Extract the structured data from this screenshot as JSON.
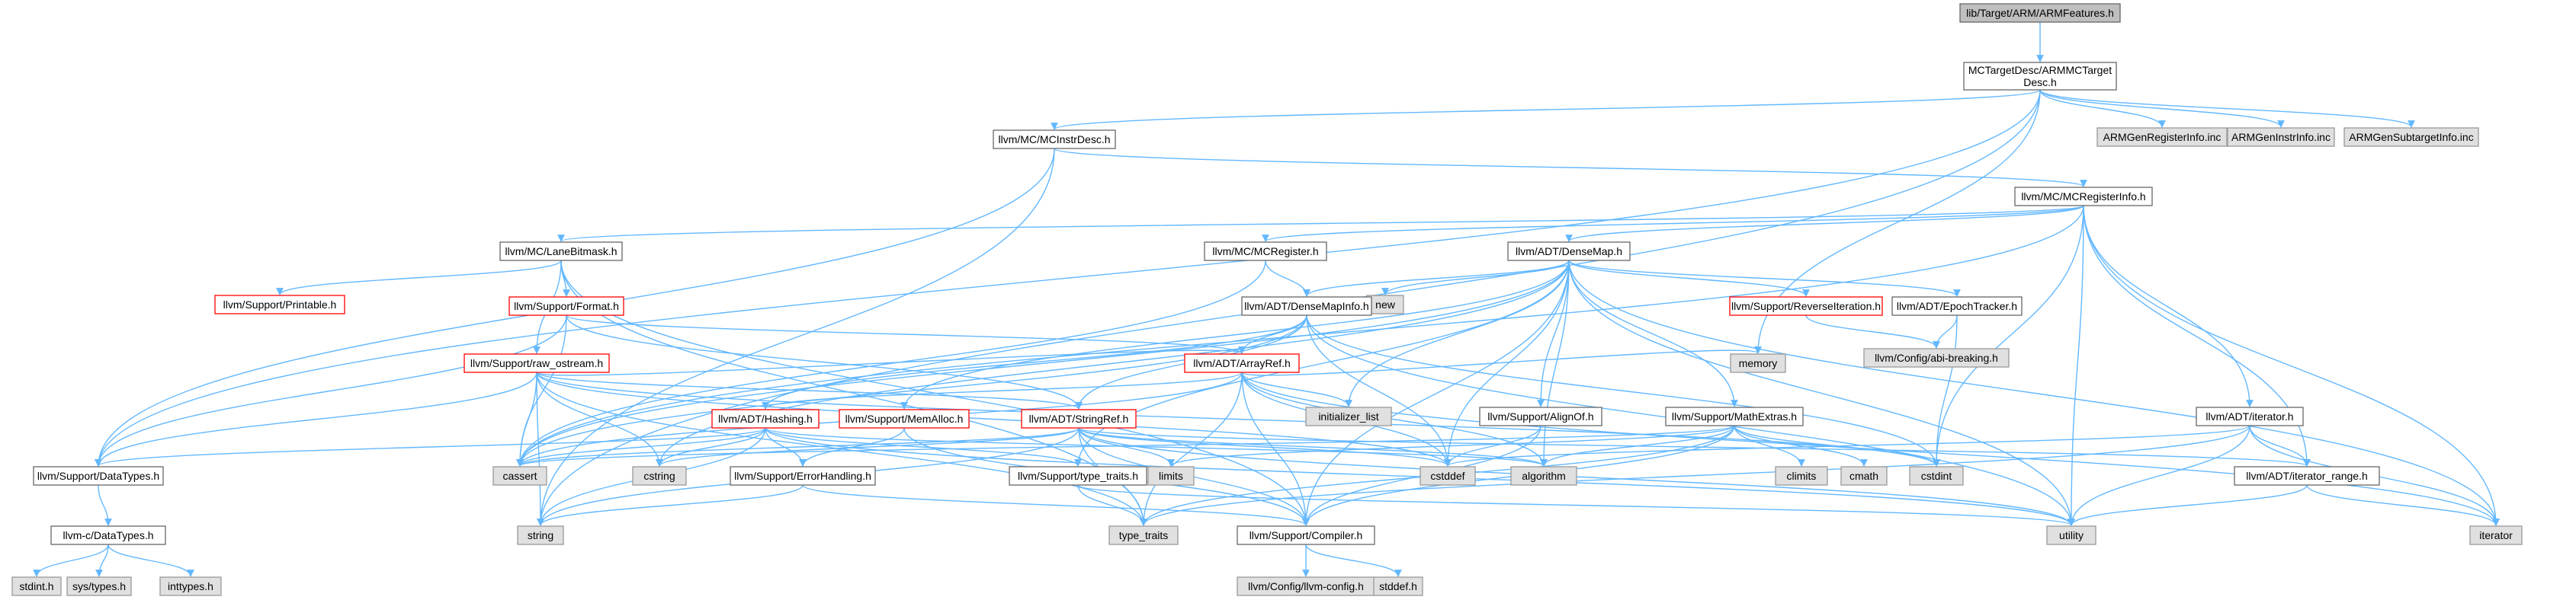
{
  "colors": {
    "edge": "#63b8ff",
    "node_fill": "#ffffff",
    "node_border": "#666666",
    "ext_fill": "#e0e0e0",
    "ext_border": "#999999",
    "root_fill": "#bfbfbf",
    "root_border": "#666666",
    "trunc_border": "#ff0000"
  },
  "nodes": [
    {
      "id": "root",
      "lines": [
        "lib/Target/ARM/ARMFeatures.h"
      ],
      "style": "root"
    },
    {
      "id": "mctd",
      "lines": [
        "MCTargetDesc/ARMMCTarget",
        "Desc.h"
      ],
      "style": "normal"
    },
    {
      "id": "reginc",
      "lines": [
        "ARMGenRegisterInfo.inc"
      ],
      "style": "ext"
    },
    {
      "id": "instinc",
      "lines": [
        "ARMGenInstrInfo.inc"
      ],
      "style": "ext"
    },
    {
      "id": "subinc",
      "lines": [
        "ARMGenSubtargetInfo.inc"
      ],
      "style": "ext"
    },
    {
      "id": "mcinstrdesc",
      "lines": [
        "llvm/MC/MCInstrDesc.h"
      ],
      "style": "normal"
    },
    {
      "id": "mcreginfo",
      "lines": [
        "llvm/MC/MCRegisterInfo.h"
      ],
      "style": "normal"
    },
    {
      "id": "lanebitmask",
      "lines": [
        "llvm/MC/LaneBitmask.h"
      ],
      "style": "normal"
    },
    {
      "id": "mcregister",
      "lines": [
        "llvm/MC/MCRegister.h"
      ],
      "style": "normal"
    },
    {
      "id": "densemap",
      "lines": [
        "llvm/ADT/DenseMap.h"
      ],
      "style": "normal"
    },
    {
      "id": "printable",
      "lines": [
        "llvm/Support/Printable.h"
      ],
      "style": "trunc"
    },
    {
      "id": "format",
      "lines": [
        "llvm/Support/Format.h"
      ],
      "style": "trunc"
    },
    {
      "id": "new",
      "lines": [
        "new"
      ],
      "style": "ext"
    },
    {
      "id": "densemapinfo",
      "lines": [
        "llvm/ADT/DenseMapInfo.h"
      ],
      "style": "normal"
    },
    {
      "id": "reviter",
      "lines": [
        "llvm/Support/ReverseIteration.h"
      ],
      "style": "trunc"
    },
    {
      "id": "epoch",
      "lines": [
        "llvm/ADT/EpochTracker.h"
      ],
      "style": "normal"
    },
    {
      "id": "abibreak",
      "lines": [
        "llvm/Config/abi-breaking.h"
      ],
      "style": "ext"
    },
    {
      "id": "rawostream",
      "lines": [
        "llvm/Support/raw_ostream.h"
      ],
      "style": "trunc"
    },
    {
      "id": "arrayref",
      "lines": [
        "llvm/ADT/ArrayRef.h"
      ],
      "style": "trunc"
    },
    {
      "id": "memory",
      "lines": [
        "memory"
      ],
      "style": "ext"
    },
    {
      "id": "initlist",
      "lines": [
        "initializer_list"
      ],
      "style": "ext"
    },
    {
      "id": "alignof",
      "lines": [
        "llvm/Support/AlignOf.h"
      ],
      "style": "normal"
    },
    {
      "id": "mathextras",
      "lines": [
        "llvm/Support/MathExtras.h"
      ],
      "style": "normal"
    },
    {
      "id": "iteratorh",
      "lines": [
        "llvm/ADT/iterator.h"
      ],
      "style": "normal"
    },
    {
      "id": "hashing",
      "lines": [
        "llvm/ADT/Hashing.h"
      ],
      "style": "trunc"
    },
    {
      "id": "memalloc",
      "lines": [
        "llvm/Support/MemAlloc.h"
      ],
      "style": "trunc"
    },
    {
      "id": "stringref",
      "lines": [
        "llvm/ADT/StringRef.h"
      ],
      "style": "trunc"
    },
    {
      "id": "datatypes",
      "lines": [
        "llvm/Support/DataTypes.h"
      ],
      "style": "normal"
    },
    {
      "id": "cassert",
      "lines": [
        "cassert"
      ],
      "style": "ext"
    },
    {
      "id": "cstring",
      "lines": [
        "cstring"
      ],
      "style": "ext"
    },
    {
      "id": "limits",
      "lines": [
        "limits"
      ],
      "style": "ext"
    },
    {
      "id": "cstddef",
      "lines": [
        "cstddef"
      ],
      "style": "ext"
    },
    {
      "id": "algorithm",
      "lines": [
        "algorithm"
      ],
      "style": "ext"
    },
    {
      "id": "climits",
      "lines": [
        "climits"
      ],
      "style": "ext"
    },
    {
      "id": "cmath",
      "lines": [
        "cmath"
      ],
      "style": "ext"
    },
    {
      "id": "cstdint",
      "lines": [
        "cstdint"
      ],
      "style": "ext"
    },
    {
      "id": "iterrange",
      "lines": [
        "llvm/ADT/iterator_range.h"
      ],
      "style": "normal"
    },
    {
      "id": "errhandling",
      "lines": [
        "llvm/Support/ErrorHandling.h"
      ],
      "style": "normal"
    },
    {
      "id": "typetraitsh",
      "lines": [
        "llvm/Support/type_traits.h"
      ],
      "style": "normal"
    },
    {
      "id": "cdatatypes",
      "lines": [
        "llvm-c/DataTypes.h"
      ],
      "style": "normal"
    },
    {
      "id": "string",
      "lines": [
        "string"
      ],
      "style": "ext"
    },
    {
      "id": "typetraits",
      "lines": [
        "type_traits"
      ],
      "style": "ext"
    },
    {
      "id": "compiler",
      "lines": [
        "llvm/Support/Compiler.h"
      ],
      "style": "normal"
    },
    {
      "id": "utility",
      "lines": [
        "utility"
      ],
      "style": "ext"
    },
    {
      "id": "iterator",
      "lines": [
        "iterator"
      ],
      "style": "ext"
    },
    {
      "id": "stdinth",
      "lines": [
        "stdint.h"
      ],
      "style": "ext"
    },
    {
      "id": "systypes",
      "lines": [
        "sys/types.h"
      ],
      "style": "ext"
    },
    {
      "id": "inttypes",
      "lines": [
        "inttypes.h"
      ],
      "style": "ext"
    },
    {
      "id": "llvmconfig",
      "lines": [
        "llvm/Config/llvm-config.h"
      ],
      "style": "ext"
    },
    {
      "id": "stddef",
      "lines": [
        "stddef.h"
      ],
      "style": "ext"
    }
  ],
  "edges": [
    [
      "root",
      "mctd"
    ],
    [
      "mctd",
      "reginc"
    ],
    [
      "mctd",
      "instinc"
    ],
    [
      "mctd",
      "subinc"
    ],
    [
      "mctd",
      "mcinstrdesc"
    ],
    [
      "mctd",
      "memory"
    ],
    [
      "mctd",
      "datatypes"
    ],
    [
      "mctd",
      "string"
    ],
    [
      "mcinstrdesc",
      "mcreginfo"
    ],
    [
      "mcinstrdesc",
      "datatypes"
    ],
    [
      "mcinstrdesc",
      "string"
    ],
    [
      "mcreginfo",
      "lanebitmask"
    ],
    [
      "mcreginfo",
      "mcregister"
    ],
    [
      "mcreginfo",
      "densemap"
    ],
    [
      "mcreginfo",
      "iteratorh"
    ],
    [
      "mcreginfo",
      "iterrange"
    ],
    [
      "mcreginfo",
      "cassert"
    ],
    [
      "mcreginfo",
      "cstdint"
    ],
    [
      "mcreginfo",
      "iterator"
    ],
    [
      "mcreginfo",
      "utility"
    ],
    [
      "lanebitmask",
      "printable"
    ],
    [
      "lanebitmask",
      "format"
    ],
    [
      "lanebitmask",
      "rawostream"
    ],
    [
      "lanebitmask",
      "compiler"
    ],
    [
      "lanebitmask",
      "typetraits"
    ],
    [
      "mcregister",
      "densemapinfo"
    ],
    [
      "mcregister",
      "cassert"
    ],
    [
      "densemap",
      "densemapinfo"
    ],
    [
      "densemap",
      "epoch"
    ],
    [
      "densemap",
      "reviter"
    ],
    [
      "densemap",
      "new"
    ],
    [
      "densemap",
      "alignof"
    ],
    [
      "densemap",
      "mathextras"
    ],
    [
      "densemap",
      "memalloc"
    ],
    [
      "densemap",
      "compiler"
    ],
    [
      "densemap",
      "type_traits_h_dummy"
    ],
    [
      "densemap",
      "algorithm"
    ],
    [
      "densemap",
      "cassert"
    ],
    [
      "densemap",
      "cstddef"
    ],
    [
      "densemap",
      "cstring"
    ],
    [
      "densemap",
      "initlist"
    ],
    [
      "densemap",
      "iterator"
    ],
    [
      "densemap",
      "utility"
    ],
    [
      "densemap",
      "typetraitsh"
    ],
    [
      "format",
      "arrayref"
    ],
    [
      "format",
      "stringref"
    ],
    [
      "format",
      "datatypes"
    ],
    [
      "format",
      "cassert"
    ],
    [
      "densemapinfo",
      "arrayref"
    ],
    [
      "densemapinfo",
      "hashing"
    ],
    [
      "densemapinfo",
      "stringref"
    ],
    [
      "densemapinfo",
      "cassert"
    ],
    [
      "densemapinfo",
      "cstddef"
    ],
    [
      "densemapinfo",
      "cstdint"
    ],
    [
      "densemapinfo",
      "utility"
    ],
    [
      "reviter",
      "abibreak"
    ],
    [
      "epoch",
      "abibreak"
    ],
    [
      "epoch",
      "cstdint"
    ],
    [
      "rawostream",
      "arrayref"
    ],
    [
      "rawostream",
      "stringref"
    ],
    [
      "rawostream",
      "datatypes"
    ],
    [
      "rawostream",
      "cassert"
    ],
    [
      "rawostream",
      "cstddef"
    ],
    [
      "rawostream",
      "cstdint"
    ],
    [
      "rawostream",
      "cstring"
    ],
    [
      "rawostream",
      "string"
    ],
    [
      "rawostream",
      "typetraits"
    ],
    [
      "arrayref",
      "hashing"
    ],
    [
      "arrayref",
      "compiler"
    ],
    [
      "arrayref",
      "algorithm"
    ],
    [
      "arrayref",
      "cassert"
    ],
    [
      "arrayref",
      "cstddef"
    ],
    [
      "arrayref",
      "initlist"
    ],
    [
      "arrayref",
      "iterator"
    ],
    [
      "arrayref",
      "memory"
    ],
    [
      "arrayref",
      "typetraits"
    ],
    [
      "alignof",
      "compiler"
    ],
    [
      "alignof",
      "cstddef"
    ],
    [
      "mathextras",
      "compiler"
    ],
    [
      "mathextras",
      "algorithm"
    ],
    [
      "mathextras",
      "cassert"
    ],
    [
      "mathextras",
      "climits"
    ],
    [
      "mathextras",
      "cmath"
    ],
    [
      "mathextras",
      "cstdint"
    ],
    [
      "mathextras",
      "limits"
    ],
    [
      "mathextras",
      "typetraits"
    ],
    [
      "iteratorh",
      "iterrange"
    ],
    [
      "iteratorh",
      "cstddef"
    ],
    [
      "iteratorh",
      "iterator"
    ],
    [
      "iteratorh",
      "typetraits"
    ],
    [
      "iteratorh",
      "utility"
    ],
    [
      "hashing",
      "errhandling"
    ],
    [
      "hashing",
      "typetraitsh"
    ],
    [
      "hashing",
      "datatypes"
    ],
    [
      "hashing",
      "algorithm"
    ],
    [
      "hashing",
      "cassert"
    ],
    [
      "hashing",
      "cstring"
    ],
    [
      "hashing",
      "string"
    ],
    [
      "hashing",
      "tuple_dummy"
    ],
    [
      "hashing",
      "utility"
    ],
    [
      "memalloc",
      "compiler"
    ],
    [
      "memalloc",
      "errhandling"
    ],
    [
      "memalloc",
      "cstdlib_dummy"
    ],
    [
      "stringref",
      "iterrange"
    ],
    [
      "stringref",
      "compiler"
    ],
    [
      "stringref",
      "algorithm"
    ],
    [
      "stringref",
      "cassert"
    ],
    [
      "stringref",
      "cstddef"
    ],
    [
      "stringref",
      "cstring"
    ],
    [
      "stringref",
      "limits"
    ],
    [
      "stringref",
      "string"
    ],
    [
      "stringref",
      "typetraits"
    ],
    [
      "stringref",
      "utility"
    ],
    [
      "datatypes",
      "cdatatypes"
    ],
    [
      "cdatatypes",
      "stdinth"
    ],
    [
      "cdatatypes",
      "systypes"
    ],
    [
      "cdatatypes",
      "inttypes"
    ],
    [
      "iterrange",
      "iterator"
    ],
    [
      "iterrange",
      "utility"
    ],
    [
      "errhandling",
      "compiler"
    ],
    [
      "errhandling",
      "string"
    ],
    [
      "typetraitsh",
      "typetraits"
    ],
    [
      "typetraitsh",
      "utility"
    ],
    [
      "compiler",
      "llvmconfig"
    ],
    [
      "compiler",
      "stddef"
    ]
  ]
}
